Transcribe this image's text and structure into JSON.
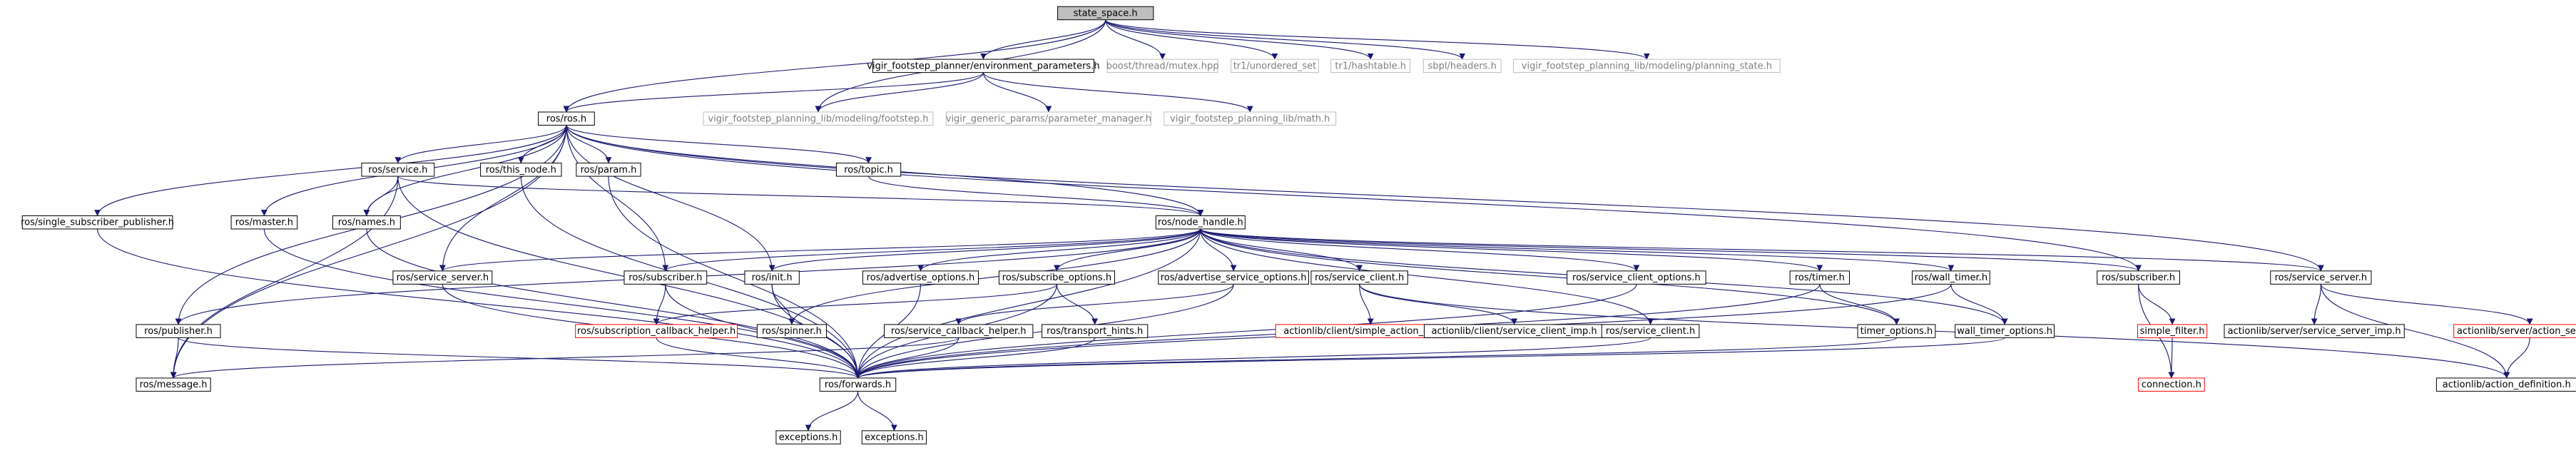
{
  "colors": {
    "edge": "#191970",
    "black_border": "#000000",
    "gray_border": "#bfbfbf",
    "red_border": "#ff0000",
    "root_fill": "#bfbfbf",
    "text": "#000000",
    "gray_text": "#7f7f7f"
  },
  "nodes": [
    {
      "id": "state_space",
      "label": "state_space.h",
      "style": "root"
    },
    {
      "id": "env_params",
      "label": "vigir_footstep_planner/environment_parameters.h",
      "style": "normal"
    },
    {
      "id": "boost_mutex",
      "label": "boost/thread/mutex.hpp",
      "style": "gray"
    },
    {
      "id": "tr1_unordered",
      "label": "tr1/unordered_set",
      "style": "gray"
    },
    {
      "id": "tr1_hashtable",
      "label": "tr1/hashtable.h",
      "style": "gray"
    },
    {
      "id": "sbpl_headers",
      "label": "sbpl/headers.h",
      "style": "gray"
    },
    {
      "id": "planning_state",
      "label": "vigir_footstep_planning_lib/modeling/planning_state.h",
      "style": "gray"
    },
    {
      "id": "ros_h",
      "label": "ros/ros.h",
      "style": "normal"
    },
    {
      "id": "footstep_h",
      "label": "vigir_footstep_planning_lib/modeling/footstep.h",
      "style": "gray"
    },
    {
      "id": "param_manager",
      "label": "vigir_generic_params/parameter_manager.h",
      "style": "gray"
    },
    {
      "id": "math_h",
      "label": "vigir_footstep_planning_lib/math.h",
      "style": "gray"
    },
    {
      "id": "service_h",
      "label": "ros/service.h",
      "style": "normal"
    },
    {
      "id": "this_node",
      "label": "ros/this_node.h",
      "style": "normal"
    },
    {
      "id": "param_h",
      "label": "ros/param.h",
      "style": "normal"
    },
    {
      "id": "topic_h",
      "label": "ros/topic.h",
      "style": "normal"
    },
    {
      "id": "single_sub_pub",
      "label": "ros/single_subscriber_publisher.h",
      "style": "normal"
    },
    {
      "id": "master_h",
      "label": "ros/master.h",
      "style": "normal"
    },
    {
      "id": "names_h",
      "label": "ros/names.h",
      "style": "normal"
    },
    {
      "id": "node_handle",
      "label": "ros/node_handle.h",
      "style": "normal"
    },
    {
      "id": "service_server_l",
      "label": "ros/service_server.h",
      "style": "normal"
    },
    {
      "id": "subscriber_l",
      "label": "ros/subscriber.h",
      "style": "normal"
    },
    {
      "id": "init_h",
      "label": "ros/init.h",
      "style": "normal"
    },
    {
      "id": "advertise_opts",
      "label": "ros/advertise_options.h",
      "style": "normal"
    },
    {
      "id": "subscribe_opts",
      "label": "ros/subscribe_options.h",
      "style": "normal"
    },
    {
      "id": "adv_service_opts",
      "label": "ros/advertise_service_options.h",
      "style": "normal"
    },
    {
      "id": "service_client_l",
      "label": "ros/service_client.h",
      "style": "normal"
    },
    {
      "id": "service_client_opts",
      "label": "ros/service_client_options.h",
      "style": "normal"
    },
    {
      "id": "timer_h",
      "label": "ros/timer.h",
      "style": "normal"
    },
    {
      "id": "wall_timer",
      "label": "ros/wall_timer.h",
      "style": "normal"
    },
    {
      "id": "subscriber_r",
      "label": "ros/subscriber.h",
      "style": "normal"
    },
    {
      "id": "service_server_r",
      "label": "ros/service_server.h",
      "style": "normal"
    },
    {
      "id": "publisher_h",
      "label": "ros/publisher.h",
      "style": "normal"
    },
    {
      "id": "sub_cb_helper",
      "label": "ros/subscription_callback_helper.h",
      "style": "red"
    },
    {
      "id": "spinner_h",
      "label": "ros/spinner.h",
      "style": "normal"
    },
    {
      "id": "svc_cb_helper",
      "label": "ros/service_callback_helper.h",
      "style": "normal"
    },
    {
      "id": "transport_hints",
      "label": "ros/transport_hints.h",
      "style": "normal"
    },
    {
      "id": "simple_action_client",
      "label": "actionlib/client/simple_action_client.h",
      "style": "red"
    },
    {
      "id": "svc_client_imp",
      "label": "actionlib/client/service_client_imp.h",
      "style": "normal"
    },
    {
      "id": "service_client_r",
      "label": "ros/service_client.h",
      "style": "normal"
    },
    {
      "id": "timer_opts",
      "label": "timer_options.h",
      "style": "normal"
    },
    {
      "id": "wall_timer_opts",
      "label": "wall_timer_options.h",
      "style": "normal"
    },
    {
      "id": "simple_filter",
      "label": "simple_filter.h",
      "style": "red"
    },
    {
      "id": "svc_server_imp",
      "label": "actionlib/server/service_server_imp.h",
      "style": "normal"
    },
    {
      "id": "action_server",
      "label": "actionlib/server/action_server.h",
      "style": "red"
    },
    {
      "id": "message_h",
      "label": "ros/message.h",
      "style": "normal"
    },
    {
      "id": "forwards_h",
      "label": "ros/forwards.h",
      "style": "normal"
    },
    {
      "id": "connection_h",
      "label": "connection.h",
      "style": "red"
    },
    {
      "id": "action_def",
      "label": "actionlib/action_definition.h",
      "style": "normal"
    },
    {
      "id": "exceptions_l",
      "label": "exceptions.h",
      "style": "normal"
    },
    {
      "id": "exceptions_r",
      "label": "exceptions.h",
      "style": "normal"
    }
  ],
  "edges": [
    [
      "state_space",
      "env_params"
    ],
    [
      "state_space",
      "boost_mutex"
    ],
    [
      "state_space",
      "tr1_unordered"
    ],
    [
      "state_space",
      "tr1_hashtable"
    ],
    [
      "state_space",
      "sbpl_headers"
    ],
    [
      "state_space",
      "planning_state"
    ],
    [
      "state_space",
      "ros_h"
    ],
    [
      "state_space",
      "footstep_h"
    ],
    [
      "env_params",
      "ros_h"
    ],
    [
      "env_params",
      "footstep_h"
    ],
    [
      "env_params",
      "param_manager"
    ],
    [
      "env_params",
      "math_h"
    ],
    [
      "ros_h",
      "service_h"
    ],
    [
      "ros_h",
      "this_node"
    ],
    [
      "ros_h",
      "param_h"
    ],
    [
      "ros_h",
      "topic_h"
    ],
    [
      "ros_h",
      "single_sub_pub"
    ],
    [
      "ros_h",
      "master_h"
    ],
    [
      "ros_h",
      "names_h"
    ],
    [
      "ros_h",
      "node_handle"
    ],
    [
      "ros_h",
      "service_server_l"
    ],
    [
      "ros_h",
      "subscriber_l"
    ],
    [
      "ros_h",
      "init_h"
    ],
    [
      "ros_h",
      "publisher_h"
    ],
    [
      "ros_h",
      "subscriber_r"
    ],
    [
      "ros_h",
      "service_server_r"
    ],
    [
      "ros_h",
      "message_h"
    ],
    [
      "service_h",
      "names_h"
    ],
    [
      "service_h",
      "node_handle"
    ],
    [
      "service_h",
      "forwards_h"
    ],
    [
      "service_h",
      "message_h"
    ],
    [
      "this_node",
      "forwards_h"
    ],
    [
      "param_h",
      "forwards_h"
    ],
    [
      "topic_h",
      "node_handle"
    ],
    [
      "single_sub_pub",
      "forwards_h"
    ],
    [
      "master_h",
      "forwards_h"
    ],
    [
      "names_h",
      "forwards_h"
    ],
    [
      "node_handle",
      "service_server_l"
    ],
    [
      "node_handle",
      "subscriber_l"
    ],
    [
      "node_handle",
      "init_h"
    ],
    [
      "node_handle",
      "advertise_opts"
    ],
    [
      "node_handle",
      "subscribe_opts"
    ],
    [
      "node_handle",
      "adv_service_opts"
    ],
    [
      "node_handle",
      "service_client_l"
    ],
    [
      "node_handle",
      "service_client_opts"
    ],
    [
      "node_handle",
      "timer_h"
    ],
    [
      "node_handle",
      "wall_timer"
    ],
    [
      "node_handle",
      "subscriber_r"
    ],
    [
      "node_handle",
      "service_server_r"
    ],
    [
      "node_handle",
      "publisher_h"
    ],
    [
      "node_handle",
      "spinner_h"
    ],
    [
      "node_handle",
      "forwards_h"
    ],
    [
      "node_handle",
      "timer_opts"
    ],
    [
      "node_handle",
      "wall_timer_opts"
    ],
    [
      "node_handle",
      "service_client_r"
    ],
    [
      "service_server_l",
      "forwards_h"
    ],
    [
      "subscriber_l",
      "sub_cb_helper"
    ],
    [
      "subscriber_l",
      "forwards_h"
    ],
    [
      "init_h",
      "forwards_h"
    ],
    [
      "init_h",
      "spinner_h"
    ],
    [
      "advertise_opts",
      "forwards_h"
    ],
    [
      "subscribe_opts",
      "sub_cb_helper"
    ],
    [
      "subscribe_opts",
      "transport_hints"
    ],
    [
      "subscribe_opts",
      "forwards_h"
    ],
    [
      "adv_service_opts",
      "svc_cb_helper"
    ],
    [
      "adv_service_opts",
      "forwards_h"
    ],
    [
      "service_client_l",
      "simple_action_client"
    ],
    [
      "service_client_l",
      "svc_client_imp"
    ],
    [
      "service_client_l",
      "action_def"
    ],
    [
      "service_client_opts",
      "forwards_h"
    ],
    [
      "timer_h",
      "timer_opts"
    ],
    [
      "timer_h",
      "forwards_h"
    ],
    [
      "wall_timer",
      "wall_timer_opts"
    ],
    [
      "wall_timer",
      "forwards_h"
    ],
    [
      "subscriber_r",
      "simple_filter"
    ],
    [
      "subscriber_r",
      "connection_h"
    ],
    [
      "service_server_r",
      "svc_server_imp"
    ],
    [
      "service_server_r",
      "action_server"
    ],
    [
      "service_server_r",
      "action_def"
    ],
    [
      "publisher_h",
      "message_h"
    ],
    [
      "publisher_h",
      "forwards_h"
    ],
    [
      "sub_cb_helper",
      "forwards_h"
    ],
    [
      "svc_cb_helper",
      "message_h"
    ],
    [
      "svc_cb_helper",
      "forwards_h"
    ],
    [
      "transport_hints",
      "forwards_h"
    ],
    [
      "service_client_r",
      "forwards_h"
    ],
    [
      "timer_opts",
      "forwards_h"
    ],
    [
      "wall_timer_opts",
      "forwards_h"
    ],
    [
      "simple_filter",
      "connection_h"
    ],
    [
      "action_server",
      "action_def"
    ],
    [
      "forwards_h",
      "exceptions_l"
    ],
    [
      "forwards_h",
      "exceptions_r"
    ]
  ]
}
